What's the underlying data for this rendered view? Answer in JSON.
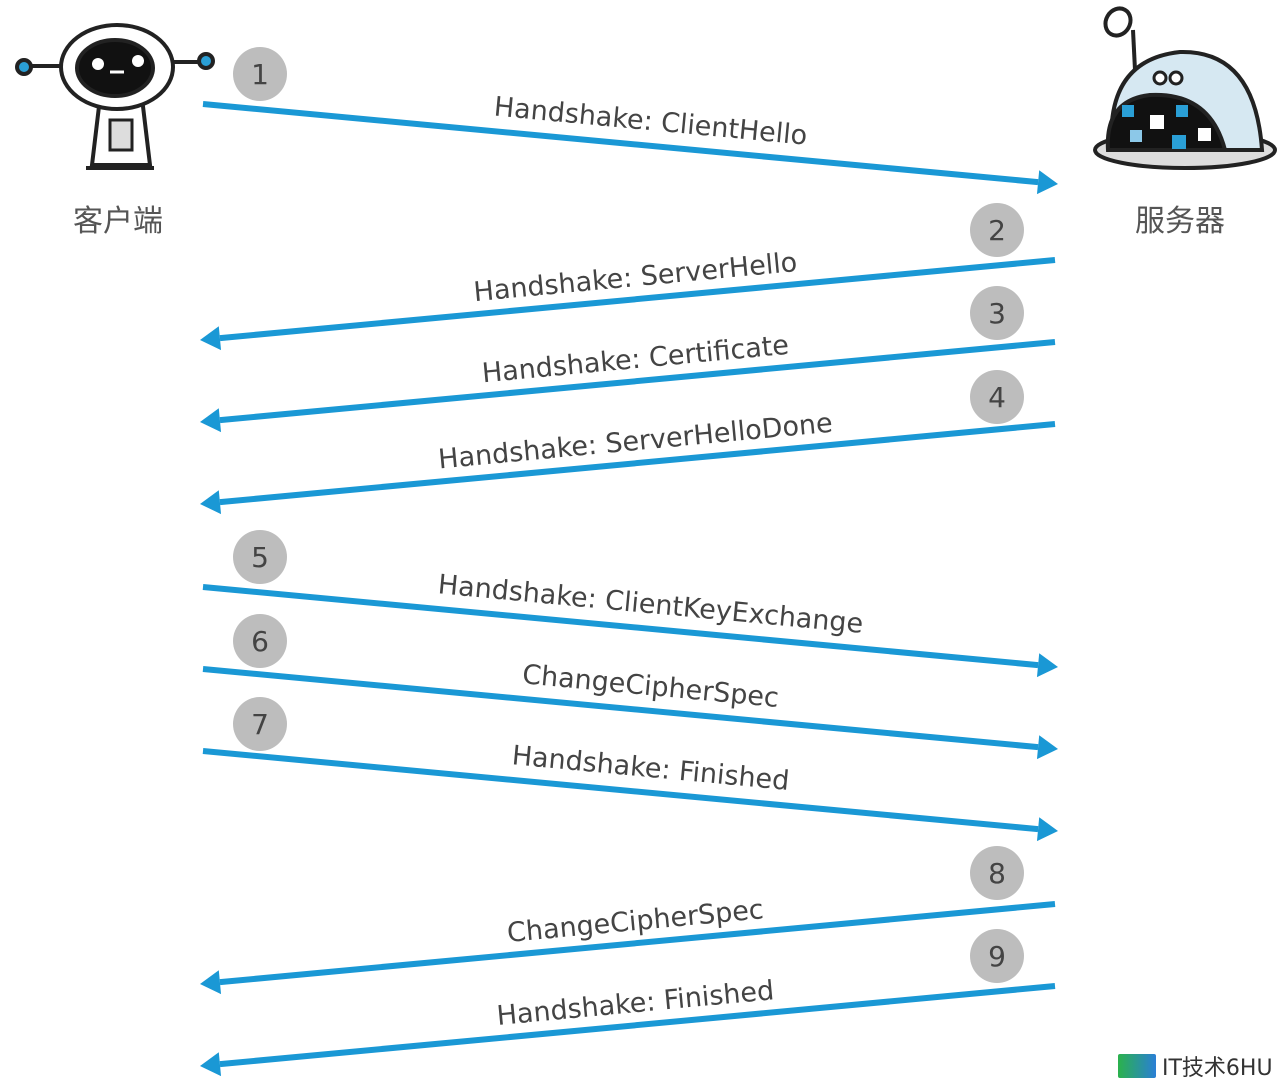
{
  "client": {
    "label": "客户端",
    "icon": "client-robot-icon"
  },
  "server": {
    "label": "服务器",
    "icon": "server-robot-icon"
  },
  "colors": {
    "arrow": "#1a98d5",
    "badge": "#bdbdbd",
    "text": "#444444"
  },
  "messages": [
    {
      "number": "1",
      "label": "Handshake: ClientHello",
      "direction": "client-to-server"
    },
    {
      "number": "2",
      "label": "Handshake: ServerHello",
      "direction": "server-to-client"
    },
    {
      "number": "3",
      "label": "Handshake: Certificate",
      "direction": "server-to-client"
    },
    {
      "number": "4",
      "label": "Handshake: ServerHelloDone",
      "direction": "server-to-client"
    },
    {
      "number": "5",
      "label": "Handshake: ClientKeyExchange",
      "direction": "client-to-server"
    },
    {
      "number": "6",
      "label": "ChangeCipherSpec",
      "direction": "client-to-server"
    },
    {
      "number": "7",
      "label": "Handshake: Finished",
      "direction": "client-to-server"
    },
    {
      "number": "8",
      "label": "ChangeCipherSpec",
      "direction": "server-to-client"
    },
    {
      "number": "9",
      "label": "Handshake: Finished",
      "direction": "server-to-client"
    }
  ],
  "watermark": {
    "text": "IT技术6HU"
  }
}
